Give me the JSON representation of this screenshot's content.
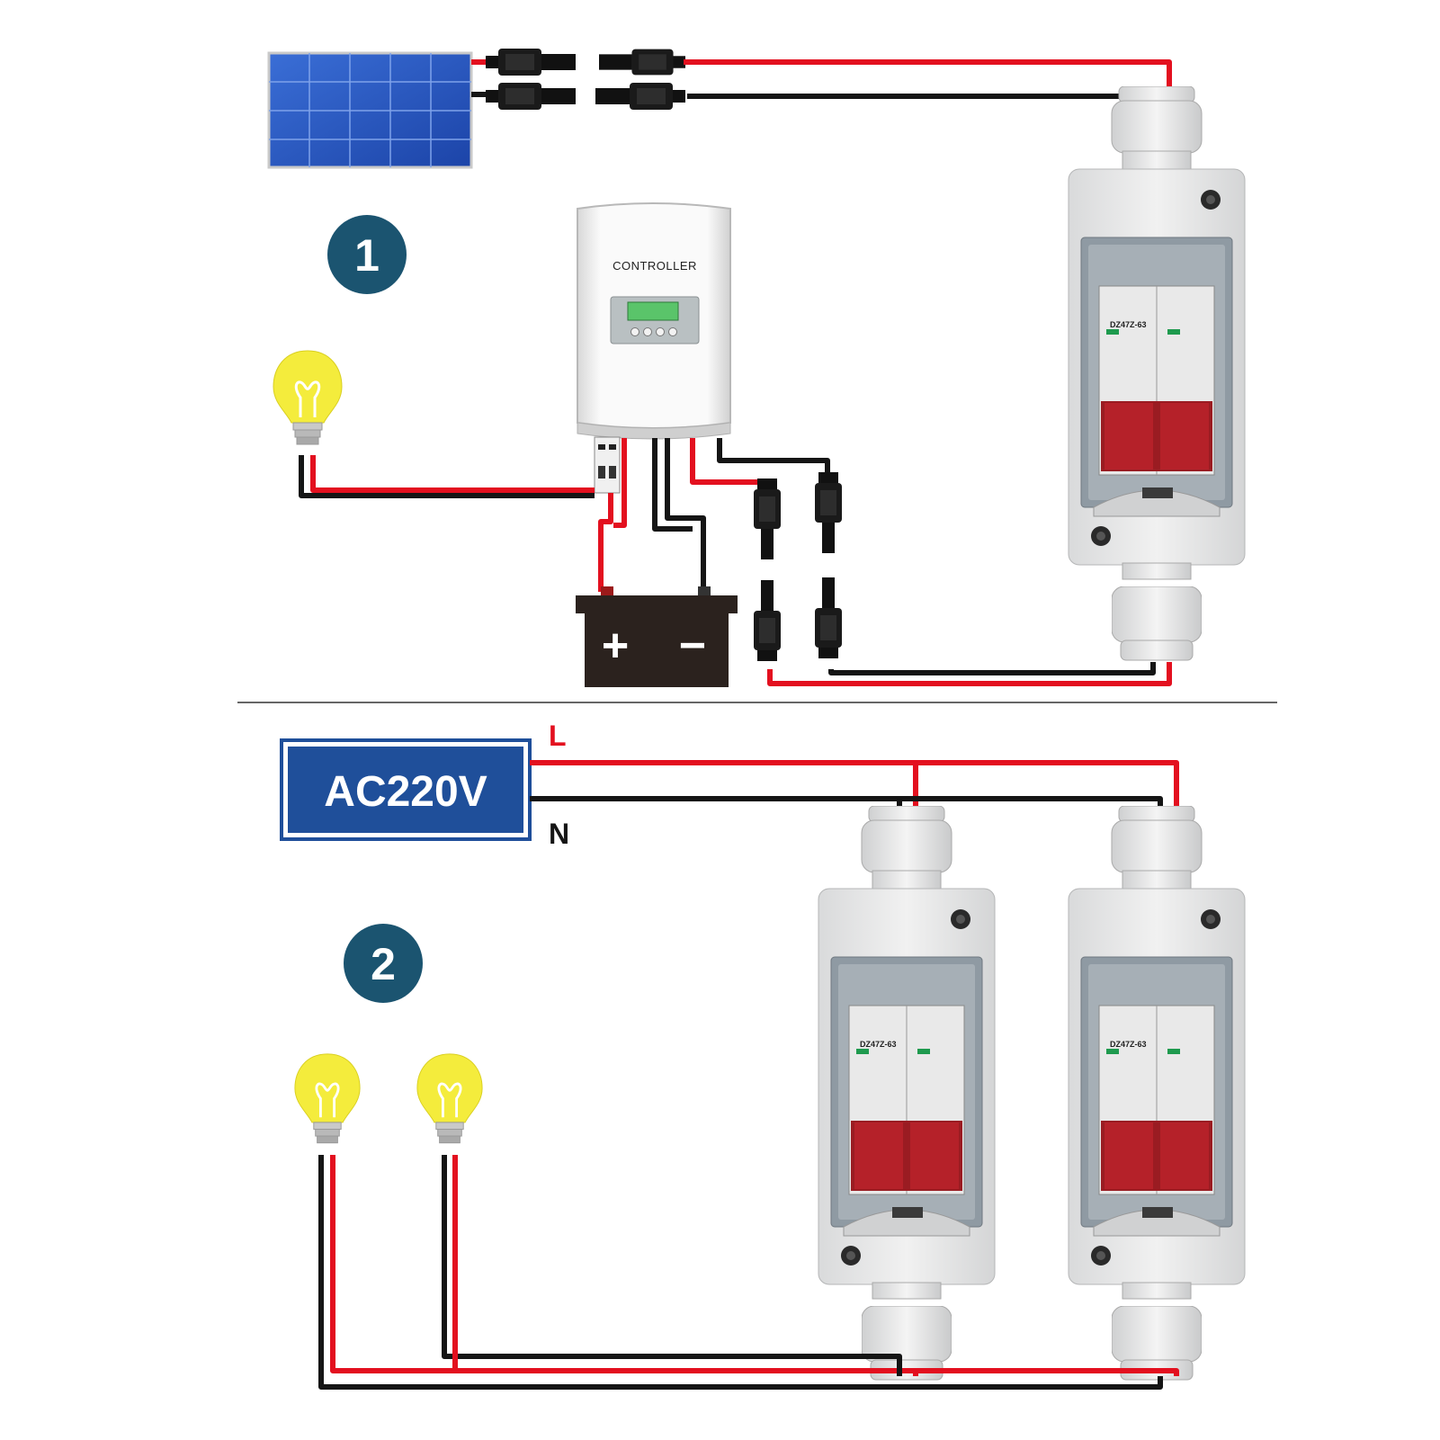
{
  "section1": {
    "step_number": "1",
    "controller_label": "CONTROLLER"
  },
  "battery": {
    "plus": "+",
    "minus": "−"
  },
  "section2": {
    "step_number": "2",
    "ac_label": "AC220V",
    "line_label": "L",
    "neutral_label": "N"
  },
  "breaker_model": "DZ47Z-63",
  "colors": {
    "red_wire": "#e3101f",
    "black_wire": "#151515",
    "badge": "#1b5470",
    "ac_blue": "#1f4f9a",
    "bulb_yellow": "#f4ec3c"
  }
}
